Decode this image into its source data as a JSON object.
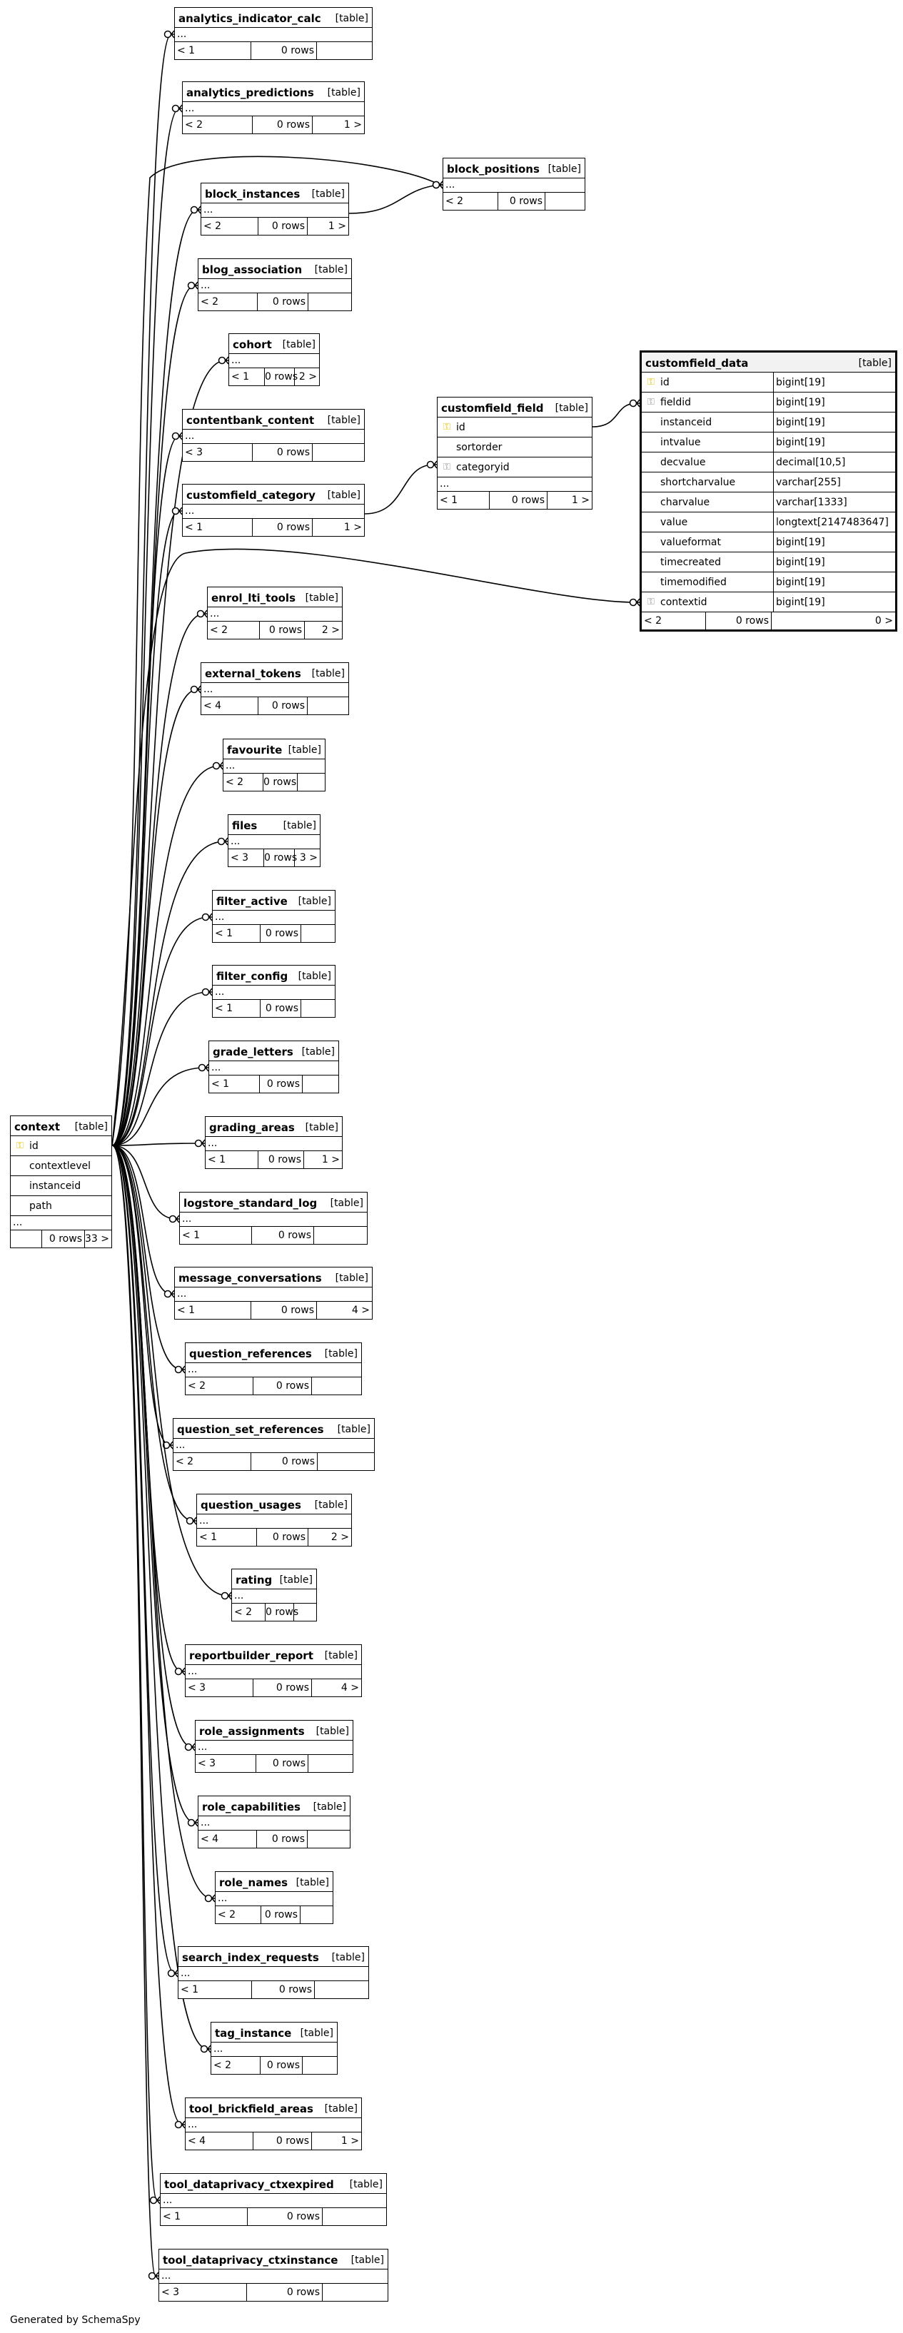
{
  "footer": "Generated by SchemaSpy",
  "table_type_label": "[table]",
  "ellipsis": "...",
  "context": {
    "name": "context",
    "columns": [
      {
        "name": "id",
        "key": "pk"
      },
      {
        "name": "contextlevel",
        "key": ""
      },
      {
        "name": "instanceid",
        "key": ""
      },
      {
        "name": "path",
        "key": ""
      }
    ],
    "footer": [
      "",
      "0 rows",
      "33 >"
    ]
  },
  "customfield_field": {
    "name": "customfield_field",
    "columns": [
      {
        "name": "id",
        "key": "pk"
      },
      {
        "name": "sortorder",
        "key": ""
      },
      {
        "name": "categoryid",
        "key": "fk"
      }
    ],
    "footer": [
      "< 1",
      "0 rows",
      "1 >"
    ]
  },
  "customfield_data": {
    "name": "customfield_data",
    "columns": [
      {
        "name": "id",
        "type": "bigint[19]",
        "key": "pk"
      },
      {
        "name": "fieldid",
        "type": "bigint[19]",
        "key": "fk"
      },
      {
        "name": "instanceid",
        "type": "bigint[19]",
        "key": ""
      },
      {
        "name": "intvalue",
        "type": "bigint[19]",
        "key": ""
      },
      {
        "name": "decvalue",
        "type": "decimal[10,5]",
        "key": ""
      },
      {
        "name": "shortcharvalue",
        "type": "varchar[255]",
        "key": ""
      },
      {
        "name": "charvalue",
        "type": "varchar[1333]",
        "key": ""
      },
      {
        "name": "value",
        "type": "longtext[2147483647]",
        "key": ""
      },
      {
        "name": "valueformat",
        "type": "bigint[19]",
        "key": ""
      },
      {
        "name": "timecreated",
        "type": "bigint[19]",
        "key": ""
      },
      {
        "name": "timemodified",
        "type": "bigint[19]",
        "key": ""
      },
      {
        "name": "contextid",
        "type": "bigint[19]",
        "key": "fk"
      }
    ],
    "footer": [
      "< 2",
      "0 rows",
      "0 >"
    ]
  },
  "tables": [
    {
      "name": "analytics_indicator_calc",
      "footer": [
        "< 1",
        "0 rows",
        ""
      ]
    },
    {
      "name": "analytics_predictions",
      "footer": [
        "< 2",
        "0 rows",
        "1 >"
      ]
    },
    {
      "name": "block_positions",
      "footer": [
        "< 2",
        "0 rows",
        ""
      ]
    },
    {
      "name": "block_instances",
      "footer": [
        "< 2",
        "0 rows",
        "1 >"
      ]
    },
    {
      "name": "blog_association",
      "footer": [
        "< 2",
        "0 rows",
        ""
      ]
    },
    {
      "name": "cohort",
      "footer": [
        "< 1",
        "0 rows",
        "2 >"
      ]
    },
    {
      "name": "contentbank_content",
      "footer": [
        "< 3",
        "0 rows",
        ""
      ]
    },
    {
      "name": "customfield_category",
      "footer": [
        "< 1",
        "0 rows",
        "1 >"
      ]
    },
    {
      "name": "enrol_lti_tools",
      "footer": [
        "< 2",
        "0 rows",
        "2 >"
      ]
    },
    {
      "name": "external_tokens",
      "footer": [
        "< 4",
        "0 rows",
        ""
      ]
    },
    {
      "name": "favourite",
      "footer": [
        "< 2",
        "0 rows",
        ""
      ]
    },
    {
      "name": "files",
      "footer": [
        "< 3",
        "0 rows",
        "3 >"
      ]
    },
    {
      "name": "filter_active",
      "footer": [
        "< 1",
        "0 rows",
        ""
      ]
    },
    {
      "name": "filter_config",
      "footer": [
        "< 1",
        "0 rows",
        ""
      ]
    },
    {
      "name": "grade_letters",
      "footer": [
        "< 1",
        "0 rows",
        ""
      ]
    },
    {
      "name": "grading_areas",
      "footer": [
        "< 1",
        "0 rows",
        "1 >"
      ]
    },
    {
      "name": "logstore_standard_log",
      "footer": [
        "< 1",
        "0 rows",
        ""
      ]
    },
    {
      "name": "message_conversations",
      "footer": [
        "< 1",
        "0 rows",
        "4 >"
      ]
    },
    {
      "name": "question_references",
      "footer": [
        "< 2",
        "0 rows",
        ""
      ]
    },
    {
      "name": "question_set_references",
      "footer": [
        "< 2",
        "0 rows",
        ""
      ]
    },
    {
      "name": "question_usages",
      "footer": [
        "< 1",
        "0 rows",
        "2 >"
      ]
    },
    {
      "name": "rating",
      "footer": [
        "< 2",
        "0 rows",
        ""
      ]
    },
    {
      "name": "reportbuilder_report",
      "footer": [
        "< 3",
        "0 rows",
        "4 >"
      ]
    },
    {
      "name": "role_assignments",
      "footer": [
        "< 3",
        "0 rows",
        ""
      ]
    },
    {
      "name": "role_capabilities",
      "footer": [
        "< 4",
        "0 rows",
        ""
      ]
    },
    {
      "name": "role_names",
      "footer": [
        "< 2",
        "0 rows",
        ""
      ]
    },
    {
      "name": "search_index_requests",
      "footer": [
        "< 1",
        "0 rows",
        ""
      ]
    },
    {
      "name": "tag_instance",
      "footer": [
        "< 2",
        "0 rows",
        ""
      ]
    },
    {
      "name": "tool_brickfield_areas",
      "footer": [
        "< 4",
        "0 rows",
        "1 >"
      ]
    },
    {
      "name": "tool_dataprivacy_ctxexpired",
      "footer": [
        "< 1",
        "0 rows",
        ""
      ]
    },
    {
      "name": "tool_dataprivacy_ctxinstance",
      "footer": [
        "< 3",
        "0 rows",
        ""
      ]
    }
  ]
}
